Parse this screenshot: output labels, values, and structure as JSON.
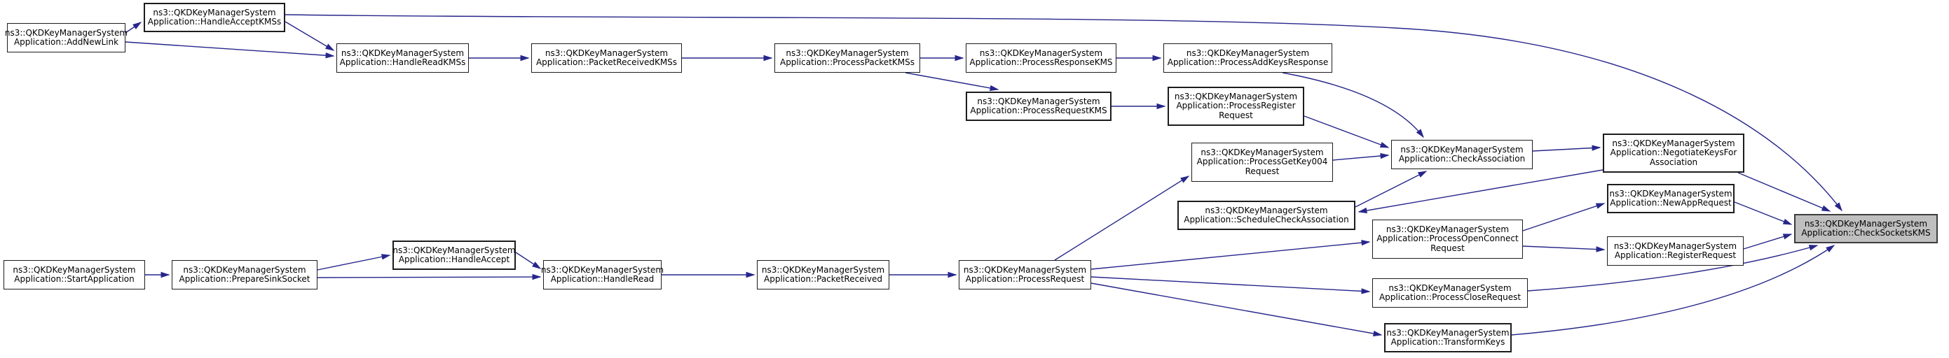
{
  "graph": {
    "type": "call-graph",
    "target_function": "ns3::QKDKeyManagerSystemApplication::CheckSocketsKMS",
    "colors": {
      "edge": "#26268b",
      "node_border": "#1c1c1c",
      "node_fill": "#ffffff",
      "highlight_fill": "#bfbfbf"
    },
    "nodes": [
      {
        "id": "add_new_link",
        "lines": [
          "ns3::QKDKeyManagerSystem",
          "Application::AddNewLink"
        ],
        "highlighted": false,
        "emphasis": false
      },
      {
        "id": "handle_accept_kmss",
        "lines": [
          "ns3::QKDKeyManagerSystem",
          "Application::HandleAcceptKMSs"
        ],
        "highlighted": false,
        "emphasis": true
      },
      {
        "id": "handle_read_kmss",
        "lines": [
          "ns3::QKDKeyManagerSystem",
          "Application::HandleReadKMSs"
        ],
        "highlighted": false,
        "emphasis": false
      },
      {
        "id": "packet_received_kmss",
        "lines": [
          "ns3::QKDKeyManagerSystem",
          "Application::PacketReceivedKMSs"
        ],
        "highlighted": false,
        "emphasis": false
      },
      {
        "id": "process_packet_kmss",
        "lines": [
          "ns3::QKDKeyManagerSystem",
          "Application::ProcessPacketKMSs"
        ],
        "highlighted": false,
        "emphasis": false
      },
      {
        "id": "process_response_kms",
        "lines": [
          "ns3::QKDKeyManagerSystem",
          "Application::ProcessResponseKMS"
        ],
        "highlighted": false,
        "emphasis": false
      },
      {
        "id": "process_add_keys_response",
        "lines": [
          "ns3::QKDKeyManagerSystem",
          "Application::ProcessAddKeysResponse"
        ],
        "highlighted": false,
        "emphasis": false
      },
      {
        "id": "process_request_kms",
        "lines": [
          "ns3::QKDKeyManagerSystem",
          "Application::ProcessRequestKMS"
        ],
        "highlighted": false,
        "emphasis": true
      },
      {
        "id": "process_register_request",
        "lines": [
          "ns3::QKDKeyManagerSystem",
          "Application::ProcessRegister",
          "Request"
        ],
        "highlighted": false,
        "emphasis": true
      },
      {
        "id": "process_get_key004_request",
        "lines": [
          "ns3::QKDKeyManagerSystem",
          "Application::ProcessGetKey004",
          "Request"
        ],
        "highlighted": false,
        "emphasis": false
      },
      {
        "id": "schedule_check_association",
        "lines": [
          "ns3::QKDKeyManagerSystem",
          "Application::ScheduleCheckAssociation"
        ],
        "highlighted": false,
        "emphasis": true
      },
      {
        "id": "check_association",
        "lines": [
          "ns3::QKDKeyManagerSystem",
          "Application::CheckAssociation"
        ],
        "highlighted": false,
        "emphasis": false
      },
      {
        "id": "negotiate_keys_for_association",
        "lines": [
          "ns3::QKDKeyManagerSystem",
          "Application::NegotiateKeysFor",
          "Association"
        ],
        "highlighted": false,
        "emphasis": true
      },
      {
        "id": "new_app_request",
        "lines": [
          "ns3::QKDKeyManagerSystem",
          "Application::NewAppRequest"
        ],
        "highlighted": false,
        "emphasis": true
      },
      {
        "id": "register_request",
        "lines": [
          "ns3::QKDKeyManagerSystem",
          "Application::RegisterRequest"
        ],
        "highlighted": false,
        "emphasis": false
      },
      {
        "id": "check_sockets_kms",
        "lines": [
          "ns3::QKDKeyManagerSystem",
          "Application::CheckSocketsKMS"
        ],
        "highlighted": true,
        "emphasis": false
      },
      {
        "id": "process_open_connect_request",
        "lines": [
          "ns3::QKDKeyManagerSystem",
          "Application::ProcessOpenConnect",
          "Request"
        ],
        "highlighted": false,
        "emphasis": false
      },
      {
        "id": "process_close_request",
        "lines": [
          "ns3::QKDKeyManagerSystem",
          "Application::ProcessCloseRequest"
        ],
        "highlighted": false,
        "emphasis": false
      },
      {
        "id": "transform_keys",
        "lines": [
          "ns3::QKDKeyManagerSystem",
          "Application::TransformKeys"
        ],
        "highlighted": false,
        "emphasis": true
      },
      {
        "id": "process_request",
        "lines": [
          "ns3::QKDKeyManagerSystem",
          "Application::ProcessRequest"
        ],
        "highlighted": false,
        "emphasis": false
      },
      {
        "id": "packet_received",
        "lines": [
          "ns3::QKDKeyManagerSystem",
          "Application::PacketReceived"
        ],
        "highlighted": false,
        "emphasis": false
      },
      {
        "id": "handle_read",
        "lines": [
          "ns3::QKDKeyManagerSystem",
          "Application::HandleRead"
        ],
        "highlighted": false,
        "emphasis": false
      },
      {
        "id": "handle_accept",
        "lines": [
          "ns3::QKDKeyManagerSystem",
          "Application::HandleAccept"
        ],
        "highlighted": false,
        "emphasis": true
      },
      {
        "id": "prepare_sink_socket",
        "lines": [
          "ns3::QKDKeyManagerSystem",
          "Application::PrepareSinkSocket"
        ],
        "highlighted": false,
        "emphasis": false
      },
      {
        "id": "start_application",
        "lines": [
          "ns3::QKDKeyManagerSystem",
          "Application::StartApplication"
        ],
        "highlighted": false,
        "emphasis": false
      }
    ],
    "edges": [
      {
        "from": "add_new_link",
        "to": "handle_accept_kmss"
      },
      {
        "from": "add_new_link",
        "to": "handle_read_kmss"
      },
      {
        "from": "handle_accept_kmss",
        "to": "handle_read_kmss"
      },
      {
        "from": "handle_accept_kmss",
        "to": "check_sockets_kms"
      },
      {
        "from": "handle_read_kmss",
        "to": "packet_received_kmss"
      },
      {
        "from": "packet_received_kmss",
        "to": "process_packet_kmss"
      },
      {
        "from": "process_packet_kmss",
        "to": "process_response_kms"
      },
      {
        "from": "process_packet_kmss",
        "to": "process_request_kms"
      },
      {
        "from": "process_response_kms",
        "to": "process_add_keys_response"
      },
      {
        "from": "process_add_keys_response",
        "to": "check_association"
      },
      {
        "from": "process_request_kms",
        "to": "process_register_request"
      },
      {
        "from": "process_register_request",
        "to": "check_association"
      },
      {
        "from": "process_get_key004_request",
        "to": "check_association"
      },
      {
        "from": "schedule_check_association",
        "to": "check_association"
      },
      {
        "from": "check_association",
        "to": "negotiate_keys_for_association"
      },
      {
        "from": "negotiate_keys_for_association",
        "to": "schedule_check_association"
      },
      {
        "from": "negotiate_keys_for_association",
        "to": "check_sockets_kms"
      },
      {
        "from": "new_app_request",
        "to": "check_sockets_kms"
      },
      {
        "from": "register_request",
        "to": "check_sockets_kms"
      },
      {
        "from": "process_open_connect_request",
        "to": "new_app_request"
      },
      {
        "from": "process_open_connect_request",
        "to": "register_request"
      },
      {
        "from": "process_close_request",
        "to": "check_sockets_kms"
      },
      {
        "from": "transform_keys",
        "to": "check_sockets_kms"
      },
      {
        "from": "process_request",
        "to": "process_get_key004_request"
      },
      {
        "from": "process_request",
        "to": "process_open_connect_request"
      },
      {
        "from": "process_request",
        "to": "process_close_request"
      },
      {
        "from": "process_request",
        "to": "transform_keys"
      },
      {
        "from": "packet_received",
        "to": "process_request"
      },
      {
        "from": "handle_read",
        "to": "packet_received"
      },
      {
        "from": "handle_accept",
        "to": "handle_read"
      },
      {
        "from": "prepare_sink_socket",
        "to": "handle_accept"
      },
      {
        "from": "prepare_sink_socket",
        "to": "handle_read"
      },
      {
        "from": "start_application",
        "to": "prepare_sink_socket"
      }
    ]
  }
}
